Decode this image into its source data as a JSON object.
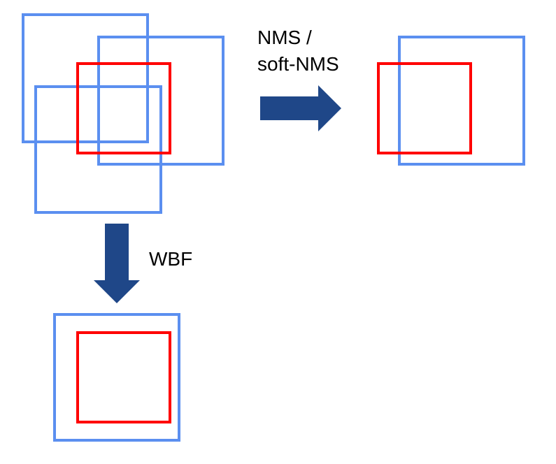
{
  "labels": {
    "nms_line1": "NMS /",
    "nms_line2": "soft-NMS",
    "wbf": "WBF"
  },
  "colors": {
    "prediction_box": "#5b8ff0",
    "ground_truth_box": "#ff0000",
    "arrow": "#1f4788"
  },
  "icons": {
    "right_arrow": "arrow-right-icon",
    "down_arrow": "arrow-down-icon"
  }
}
